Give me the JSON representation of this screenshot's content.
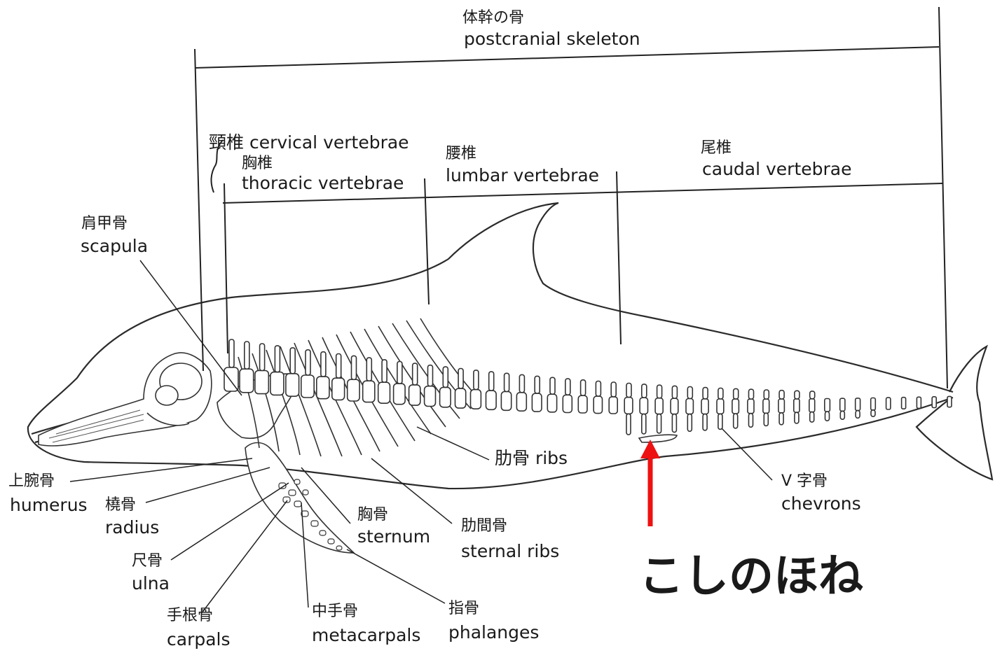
{
  "colors": {
    "line": "#222222",
    "annotation_red": "#ee1111"
  },
  "labels": {
    "postcranial": {
      "jp": "体幹の骨",
      "en": "postcranial skeleton"
    },
    "cervical": {
      "jp": "頸椎",
      "en": "cervical vertebrae"
    },
    "thoracic": {
      "jp": "胸椎",
      "en": "thoracic vertebrae"
    },
    "lumbar": {
      "jp": "腰椎",
      "en": "lumbar vertebrae"
    },
    "caudal": {
      "jp": "尾椎",
      "en": "caudal vertebrae"
    },
    "scapula": {
      "jp": "肩甲骨",
      "en": "scapula"
    },
    "ribs": {
      "text": "肋骨 ribs"
    },
    "humerus": {
      "jp": "上腕骨",
      "en": "humerus"
    },
    "radius": {
      "jp": "橈骨",
      "en": "radius"
    },
    "ulna": {
      "jp": "尺骨",
      "en": "ulna"
    },
    "carpals": {
      "jp": "手根骨",
      "en": "carpals"
    },
    "metacarpals": {
      "jp": "中手骨",
      "en": "metacarpals"
    },
    "phalanges": {
      "jp": "指骨",
      "en": "phalanges"
    },
    "sternum": {
      "jp": "胸骨",
      "en": "sternum"
    },
    "sternal_ribs": {
      "jp": "肋間骨",
      "en": "sternal ribs"
    },
    "chevrons": {
      "jp": "V 字骨",
      "en": "chevrons"
    }
  },
  "annotation": {
    "text": "こしのほね"
  }
}
